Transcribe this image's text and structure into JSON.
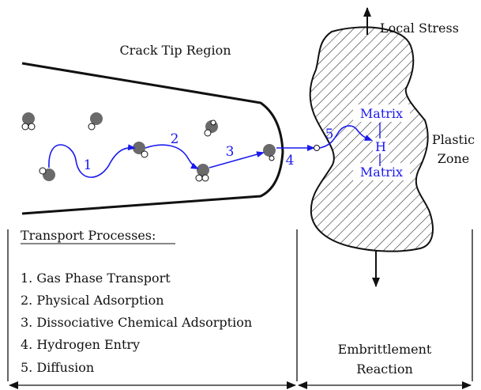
{
  "diagram": {
    "region_title": "Crack Tip Region",
    "stress_label": "Local Stress",
    "plastic_zone_label": [
      "Plastic",
      "Zone"
    ],
    "matrix_top_label": "Matrix",
    "hydrogen_label": "H",
    "matrix_bottom_label": "Matrix",
    "step_numbers": [
      "1",
      "2",
      "3",
      "4",
      "5"
    ],
    "process_heading": "Transport Processes:",
    "processes": [
      "1. Gas Phase Transport",
      "2. Physical Adsorption",
      "3. Dissociative Chemical Adsorption",
      "4. Hydrogen Entry",
      "5. Diffusion"
    ],
    "reaction_label": [
      "Embrittlement",
      "Reaction"
    ]
  },
  "colors": {
    "ink": "#111111",
    "accent_blue": "#1a1aee",
    "molecule_gray": "#6a6a6a"
  }
}
